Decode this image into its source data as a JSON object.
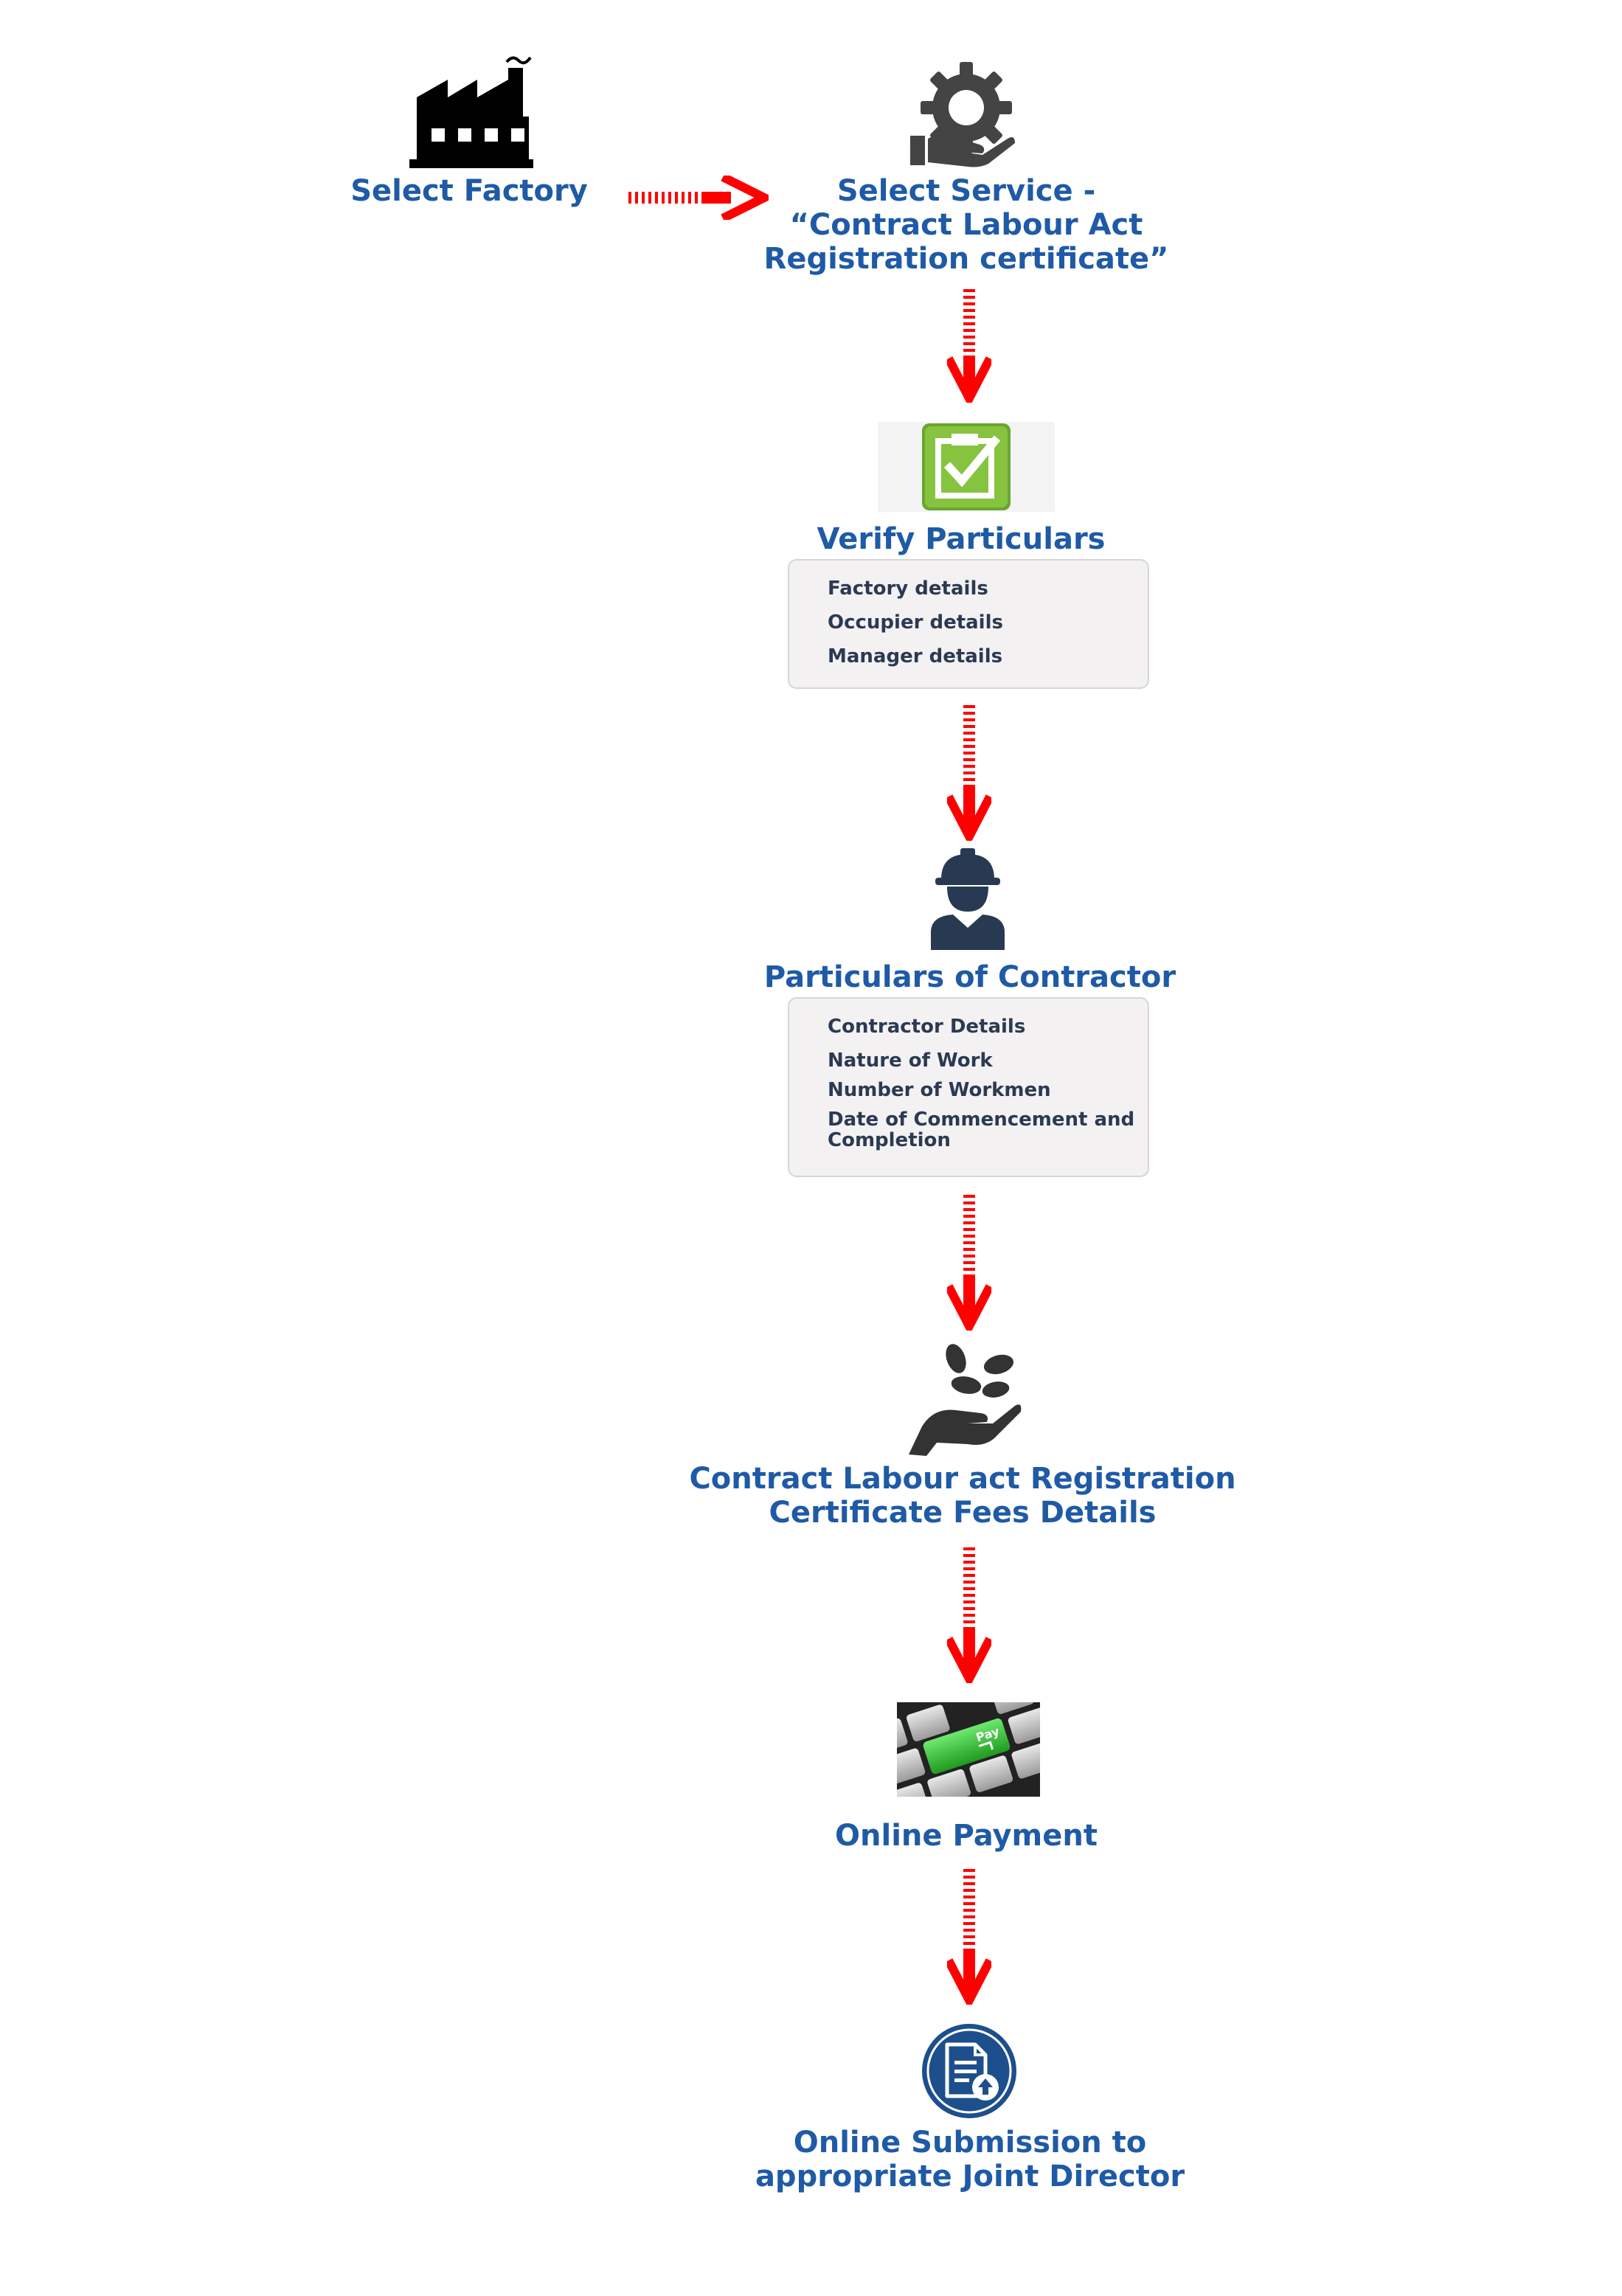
{
  "steps": {
    "select_factory": {
      "title": "Select Factory"
    },
    "select_service": {
      "title_lines": [
        "Select Service -",
        "“Contract Labour Act",
        "Registration certificate”"
      ]
    },
    "verify_particulars": {
      "title": "Verify Particulars",
      "items": [
        "Factory details",
        "Occupier details",
        "Manager details"
      ]
    },
    "particulars_contractor": {
      "title": "Particulars of Contractor",
      "items": [
        "Contractor Details",
        "Nature of Work",
        "Number of Workmen",
        "Date of Commencement and",
        "Completion"
      ]
    },
    "fees_details": {
      "title_lines": [
        "Contract Labour act Registration",
        "Certificate Fees Details"
      ]
    },
    "online_payment": {
      "title": "Online Payment",
      "key_label": "Pay"
    },
    "online_submission": {
      "title_lines": [
        "Online Submission to",
        "appropriate Joint Director"
      ]
    }
  },
  "icons": {
    "factory": "factory-icon",
    "service": "gear-hand-icon",
    "verify": "checklist-icon",
    "contractor": "worker-icon",
    "fees": "coins-hand-icon",
    "payment": "pay-key-icon",
    "submission": "document-upload-icon"
  },
  "colors": {
    "title_text": "#1f5aa6",
    "box_text": "#2b3a52",
    "box_background": "#f3f1f2",
    "arrow": "#ff0000",
    "check_green": "#7dbb3c",
    "pay_green": "#3ab53a",
    "submission_blue": "#1d4f8c"
  }
}
